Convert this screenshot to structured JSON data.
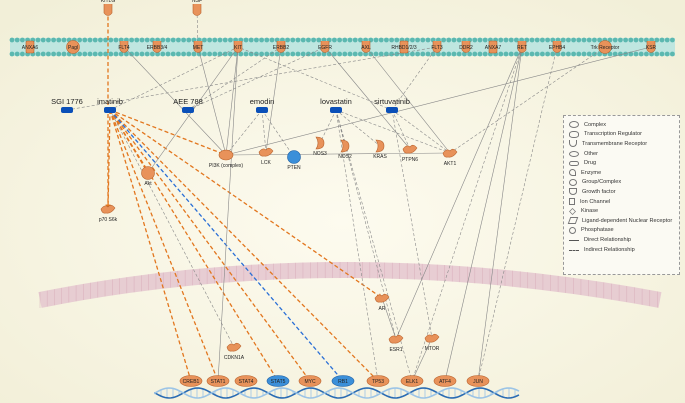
{
  "membrane_nodes": [
    {
      "id": "ANXA6",
      "label": "ANXA6"
    },
    {
      "id": "Pagl",
      "label": "Pagl"
    },
    {
      "id": "FLT4",
      "label": "FLT4"
    },
    {
      "id": "ERBB3",
      "label": "ERBB3/4"
    },
    {
      "id": "MET",
      "label": "MET"
    },
    {
      "id": "KIT",
      "label": "KIT"
    },
    {
      "id": "ERBB2",
      "label": "ERBB2"
    },
    {
      "id": "EGFR",
      "label": "EGFR"
    },
    {
      "id": "AXL",
      "label": "AXL"
    },
    {
      "id": "RHBDD",
      "label": "RHBD1/2/3"
    },
    {
      "id": "FLT3",
      "label": "FLT3"
    },
    {
      "id": "DDR2",
      "label": "DDR2"
    },
    {
      "id": "ANXA7",
      "label": "ANXA7"
    },
    {
      "id": "RET",
      "label": "RET"
    },
    {
      "id": "EPHB4",
      "label": "EPHB4"
    },
    {
      "id": "TrkReceptor",
      "label": "Trk Receptor"
    },
    {
      "id": "KSR",
      "label": "KSR"
    }
  ],
  "top_nodes": [
    {
      "id": "KITLG",
      "label": "KITLG"
    },
    {
      "id": "NSF",
      "label": "NSF"
    }
  ],
  "drugs": [
    {
      "id": "SGI1776",
      "label": "SGI 1776"
    },
    {
      "id": "imatinib",
      "label": "imatinib"
    },
    {
      "id": "AEE788",
      "label": "AEE 788"
    },
    {
      "id": "emodin",
      "label": "emodin"
    },
    {
      "id": "lovastatin",
      "label": "lovastatin"
    },
    {
      "id": "sirtuvatinib",
      "label": "sirtuvatinib"
    }
  ],
  "cyto_nodes": [
    {
      "id": "PI3K",
      "label": "PI3K (complex)"
    },
    {
      "id": "LCK",
      "label": "LCK"
    },
    {
      "id": "PTEN",
      "label": "PTEN"
    },
    {
      "id": "NOS3",
      "label": "NOS3"
    },
    {
      "id": "NOS2",
      "label": "NOS2"
    },
    {
      "id": "KRAS",
      "label": "KRAS"
    },
    {
      "id": "PTPN6",
      "label": "PTPN6"
    },
    {
      "id": "AKT1",
      "label": "AKT1"
    },
    {
      "id": "Akt",
      "label": "Akt"
    },
    {
      "id": "p70S6k",
      "label": "p70 S6k"
    },
    {
      "id": "AR",
      "label": "AR"
    },
    {
      "id": "ESR1",
      "label": "ESR1"
    },
    {
      "id": "MTOR",
      "label": "MTOR"
    },
    {
      "id": "CDKN1A",
      "label": "CDKN1A"
    }
  ],
  "nucleus_nodes": [
    {
      "id": "CREB1",
      "label": "CREB1"
    },
    {
      "id": "STAT1",
      "label": "STAT1"
    },
    {
      "id": "STAT4",
      "label": "STAT4"
    },
    {
      "id": "STAT5",
      "label": "STAT5"
    },
    {
      "id": "MYC",
      "label": "MYC"
    },
    {
      "id": "RB1",
      "label": "RB1"
    },
    {
      "id": "TP53",
      "label": "TP53"
    },
    {
      "id": "ELK1",
      "label": "ELK1"
    },
    {
      "id": "ATF4",
      "label": "ATF4"
    },
    {
      "id": "JUN",
      "label": "JUN"
    }
  ],
  "edges": [
    {
      "from": "imatinib",
      "to": "p70S6k",
      "style": "orange-dashed"
    },
    {
      "from": "imatinib",
      "to": "Akt",
      "style": "orange-dashed"
    },
    {
      "from": "imatinib",
      "to": "CREB1",
      "style": "orange-dashed"
    },
    {
      "from": "imatinib",
      "to": "STAT1",
      "style": "orange-dashed"
    },
    {
      "from": "imatinib",
      "to": "STAT5",
      "style": "orange-dashed"
    },
    {
      "from": "imatinib",
      "to": "MYC",
      "style": "orange-dashed"
    },
    {
      "from": "imatinib",
      "to": "TP53",
      "style": "orange-dashed"
    },
    {
      "from": "imatinib",
      "to": "AR",
      "style": "orange-dashed"
    },
    {
      "from": "imatinib",
      "to": "PI3K",
      "style": "orange-dashed"
    },
    {
      "from": "imatinib",
      "to": "RB1",
      "style": "blue-dashed"
    },
    {
      "from": "KITLG",
      "to": "p70S6k",
      "style": "orange-dashed"
    },
    {
      "from": "imatinib",
      "to": "KIT",
      "style": "grey-dashed"
    },
    {
      "from": "imatinib",
      "to": "CDKN1A",
      "style": "grey-dashed"
    },
    {
      "from": "SGI1776",
      "to": "FLT3",
      "style": "grey-dashed"
    },
    {
      "from": "AEE788",
      "to": "EGFR",
      "style": "grey-dashed"
    },
    {
      "from": "AEE788",
      "to": "ERBB2",
      "style": "grey-dashed"
    },
    {
      "from": "emodin",
      "to": "PI3K",
      "style": "grey-dashed"
    },
    {
      "from": "emodin",
      "to": "LCK",
      "style": "grey-dashed"
    },
    {
      "from": "emodin",
      "to": "PTEN",
      "style": "grey-dashed"
    },
    {
      "from": "lovastatin",
      "to": "NOS3",
      "style": "grey-dashed"
    },
    {
      "from": "lovastatin",
      "to": "NOS2",
      "style": "grey-dashed"
    },
    {
      "from": "lovastatin",
      "to": "KRAS",
      "style": "grey-dashed"
    },
    {
      "from": "lovastatin",
      "to": "ESR1",
      "style": "grey-dashed"
    },
    {
      "from": "lovastatin",
      "to": "TP53",
      "style": "grey-dashed"
    },
    {
      "from": "lovastatin",
      "to": "ELK1",
      "style": "grey-dashed"
    },
    {
      "from": "lovastatin",
      "to": "AKT1",
      "style": "grey-dashed"
    },
    {
      "from": "sirtuvatinib",
      "to": "KIT",
      "style": "grey-dashed"
    },
    {
      "from": "sirtuvatinib",
      "to": "FLT3",
      "style": "grey-dashed"
    },
    {
      "from": "sirtuvatinib",
      "to": "AKT1",
      "style": "grey-dashed"
    },
    {
      "from": "sirtuvatinib",
      "to": "PTPN6",
      "style": "grey-dashed"
    },
    {
      "from": "sirtuvatinib",
      "to": "MTOR",
      "style": "grey-dashed"
    },
    {
      "from": "KIT",
      "to": "STAT1",
      "style": "grey-solid"
    },
    {
      "from": "KIT",
      "to": "Akt",
      "style": "grey-solid"
    },
    {
      "from": "KIT",
      "to": "PI3K",
      "style": "grey-solid"
    },
    {
      "from": "MET",
      "to": "PI3K",
      "style": "grey-solid"
    },
    {
      "from": "FLT4",
      "to": "PI3K",
      "style": "grey-solid"
    },
    {
      "from": "ERBB2",
      "to": "LCK",
      "style": "grey-solid"
    },
    {
      "from": "EGFR",
      "to": "PTPN6",
      "style": "grey-solid"
    },
    {
      "from": "AXL",
      "to": "AKT1",
      "style": "grey-solid"
    },
    {
      "from": "RET",
      "to": "ESR1",
      "style": "grey-solid"
    },
    {
      "from": "RET",
      "to": "ATF4",
      "style": "grey-solid"
    },
    {
      "from": "RET",
      "to": "JUN",
      "style": "grey-solid"
    },
    {
      "from": "KSR",
      "to": "PI3K",
      "style": "grey-solid"
    },
    {
      "from": "TrkReceptor",
      "to": "AKT1",
      "style": "grey-dashed"
    },
    {
      "from": "RET",
      "to": "ELK1",
      "style": "grey-dashed"
    },
    {
      "from": "EPHB4",
      "to": "JUN",
      "style": "grey-dashed"
    },
    {
      "from": "MTOR",
      "to": "ELK1",
      "style": "grey-solid"
    },
    {
      "from": "NSF",
      "to": "MET",
      "style": "grey-dashed"
    },
    {
      "from": "AKT1",
      "to": "PI3K",
      "style": "grey-solid"
    },
    {
      "from": "ESR1",
      "to": "AR",
      "style": "grey-solid"
    }
  ],
  "legend": {
    "items": [
      {
        "label": "Complex",
        "sym": "s-complex"
      },
      {
        "label": "Transcription Regulator",
        "sym": "s-tr"
      },
      {
        "label": "Transmembrane Receptor",
        "sym": "s-tm"
      },
      {
        "label": "Other",
        "sym": "s-other"
      },
      {
        "label": "Drug",
        "sym": "s-drug"
      },
      {
        "label": "Enzyme",
        "sym": "s-enzyme"
      },
      {
        "label": "Group/Complex",
        "sym": "s-gc"
      },
      {
        "label": "Growth factor",
        "sym": "s-gf"
      },
      {
        "label": "Ion Channel",
        "sym": "s-ion"
      },
      {
        "label": "Kinase",
        "sym": "s-kin"
      },
      {
        "label": "Ligand-dependent Nuclear Receptor",
        "sym": "s-lig"
      },
      {
        "label": "Phosphatase",
        "sym": "s-phos"
      },
      {
        "label": "Direct Relationship",
        "sym": "s-direct"
      },
      {
        "label": "Indirect Relationship",
        "sym": "s-indirect"
      }
    ]
  },
  "colors": {
    "background": "#faf7e6",
    "membrane_fill": "#bfe6e0",
    "membrane_bead": "#5cb8b0",
    "nucleus_membrane": "#e4c6cf",
    "node_orange": "#e8925a",
    "node_orange_stroke": "#b8622c",
    "node_blue": "#3b8fd9",
    "drug_blue": "#0a4fb8",
    "edge_orange": "#e2761e",
    "edge_blue": "#2a6fd6",
    "edge_grey": "#888888",
    "dna_a": "#2b6cb3",
    "dna_b": "#9cc4e6"
  }
}
